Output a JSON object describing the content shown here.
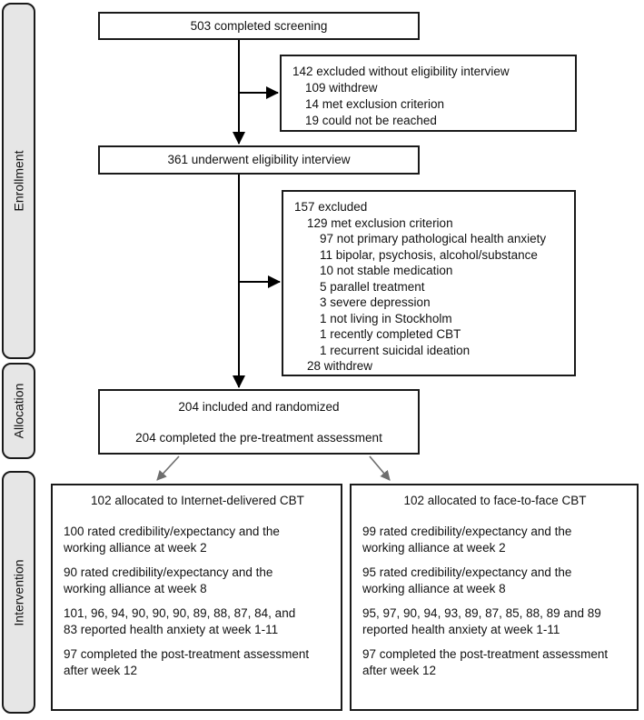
{
  "stages": {
    "enrollment": "Enrollment",
    "allocation": "Allocation",
    "intervention": "Intervention"
  },
  "flow": {
    "screening": "503 completed screening",
    "excluded1": {
      "title": "142 excluded without eligibility interview",
      "items": [
        "109 withdrew",
        "14 met exclusion criterion",
        "19 could not be reached"
      ]
    },
    "interview": "361 underwent eligibility interview",
    "excluded2": {
      "lines": [
        {
          "text": "157 excluded",
          "level": 1
        },
        {
          "text": "129 met exclusion criterion",
          "level": 2
        },
        {
          "text": "97 not primary pathological health anxiety",
          "level": 3
        },
        {
          "text": "11 bipolar, psychosis, alcohol/substance",
          "level": 3
        },
        {
          "text": "10 not stable medication",
          "level": 3
        },
        {
          "text": "5 parallel treatment",
          "level": 3
        },
        {
          "text": "3 severe depression",
          "level": 3
        },
        {
          "text": "1 not living in Stockholm",
          "level": 3
        },
        {
          "text": "1 recently completed CBT",
          "level": 3
        },
        {
          "text": "1 recurrent suicidal ideation",
          "level": 3
        },
        {
          "text": "28 withdrew",
          "level": 2
        }
      ]
    },
    "randomized": {
      "line1": "204 included and randomized",
      "line2": "204 completed the pre-treatment assessment"
    },
    "arm_left": {
      "title": "102 allocated to Internet-delivered CBT",
      "paragraphs": [
        [
          "100 rated credibility/expectancy and the",
          "working alliance at week 2"
        ],
        [
          "90 rated credibility/expectancy and the",
          "working alliance at week 8"
        ],
        [
          "101, 96, 94, 90, 90, 90, 89, 88, 87, 84, and",
          "83 reported health anxiety at week 1-11"
        ],
        [
          "97 completed the post-treatment assessment",
          "after week 12"
        ]
      ]
    },
    "arm_right": {
      "title": "102 allocated to face-to-face CBT",
      "paragraphs": [
        [
          "99 rated credibility/expectancy and the",
          "working alliance at week 2"
        ],
        [
          "95 rated credibility/expectancy and the",
          "working alliance at week 8"
        ],
        [
          "95, 97, 90, 94, 93, 89, 87, 85, 88, 89 and 89",
          "reported health anxiety at week 1-11"
        ],
        [
          "97 completed the post-treatment assessment",
          "after week 12"
        ]
      ]
    }
  },
  "colors": {
    "box_border": "#1a1a1a",
    "stage_background": "#e6e6e6",
    "connector_black": "#000000",
    "connector_gray": "#6e6e6e"
  }
}
